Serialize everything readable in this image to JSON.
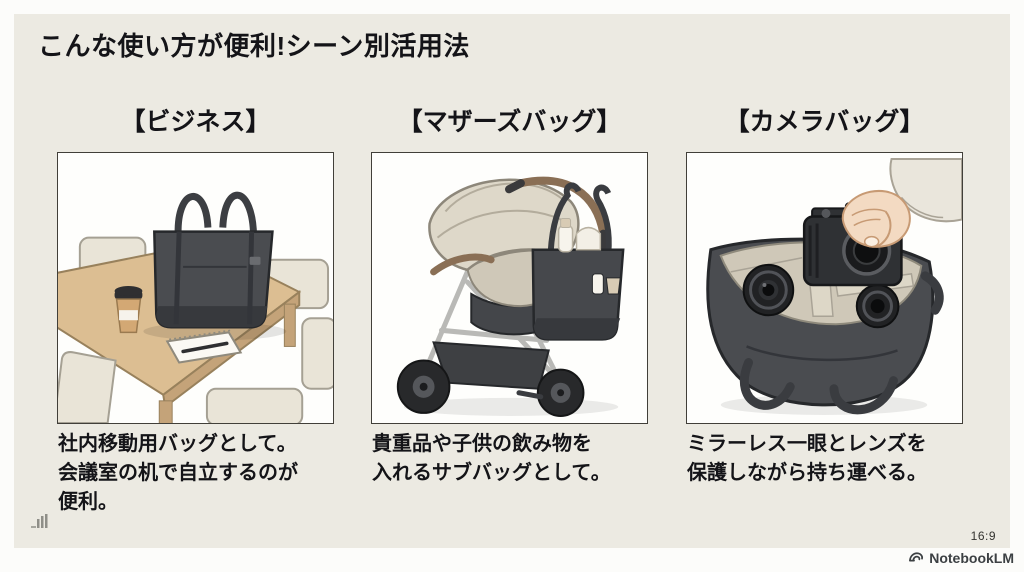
{
  "page": {
    "background": "#FCFCFA"
  },
  "slide": {
    "background": "#ECEAE2",
    "text_color": "#141418",
    "title": "こんな使い方が便利!シーン別活用法",
    "aspect_ratio_label": "16:9",
    "sections": [
      {
        "header": "【ビジネス】",
        "caption": "社内移動用バッグとして。\n会議室の机で自立するのが\n便利。",
        "illustration_alt": "会議室の机の上に自立する黒いトートバッグ(コーヒーとメモ帳)"
      },
      {
        "header": "【マザーズバッグ】",
        "caption": "貴重品や子供の飲み物を\n入れるサブバッグとして。",
        "illustration_alt": "ベビーカーのハンドルに掛けた黒いトートバッグ"
      },
      {
        "header": "【カメラバッグ】",
        "caption": "ミラーレス一眼とレンズを\n保護しながら持ち運べる。",
        "illustration_alt": "ミラーレス一眼とレンズを収納したトートバッグに手を伸ばす"
      }
    ]
  },
  "footer": {
    "brand": "NotebookLM"
  }
}
